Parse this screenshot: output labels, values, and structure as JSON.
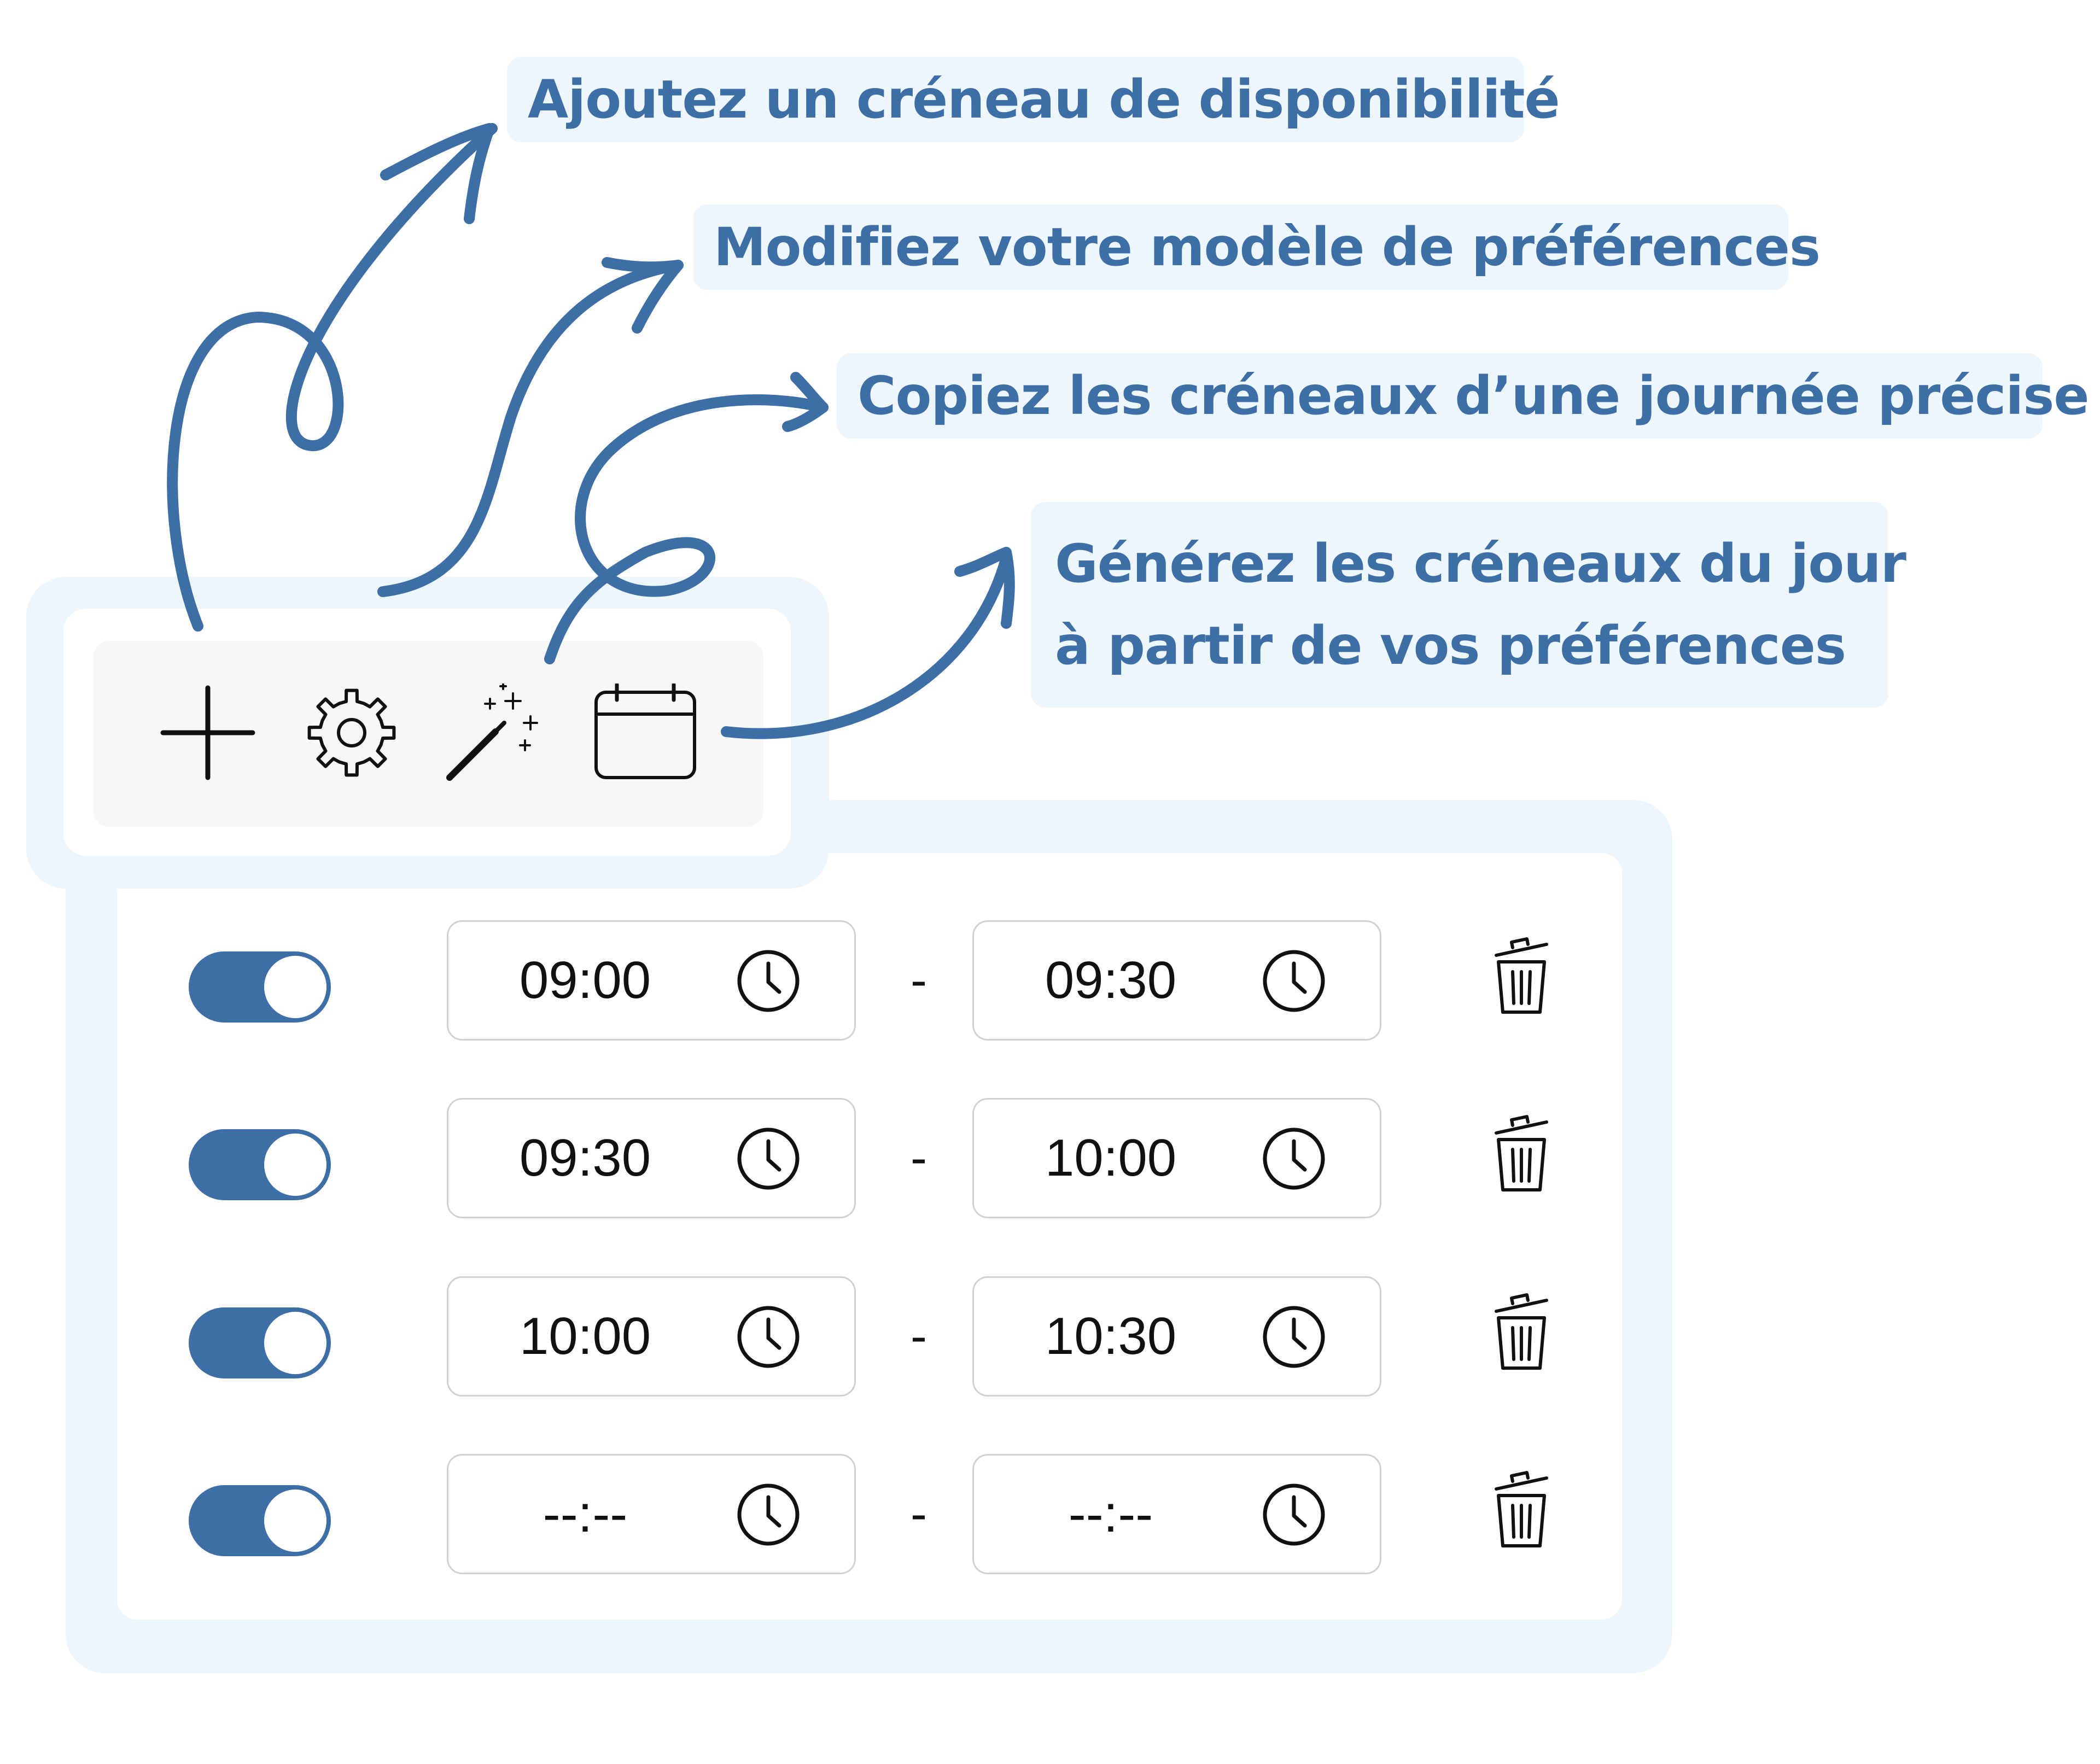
{
  "callouts": {
    "add_slot": "Ajoutez un créneau de disponibilité",
    "edit_template": "Modifiez votre modèle de préférences",
    "copy_day": "Copiez les créneaux d’une journée précise",
    "generate_line1": "Générez les créneaux du jour",
    "generate_line2": "à partir de vos préférences"
  },
  "toolbar": {
    "icons": [
      "plus-icon",
      "gear-icon",
      "magic-wand-icon",
      "calendar-icon"
    ]
  },
  "slots": [
    {
      "enabled": true,
      "start": "09:00",
      "end": "09:30"
    },
    {
      "enabled": true,
      "start": "09:30",
      "end": "10:00"
    },
    {
      "enabled": true,
      "start": "10:00",
      "end": "10:30"
    },
    {
      "enabled": true,
      "start": "--:--",
      "end": "--:--"
    }
  ],
  "separator": "-",
  "colors": {
    "accent": "#3d6ea6",
    "callout_bg": "#edf5fd",
    "panel_bg": "#edf5fd",
    "field_border": "#cfd2d5"
  }
}
